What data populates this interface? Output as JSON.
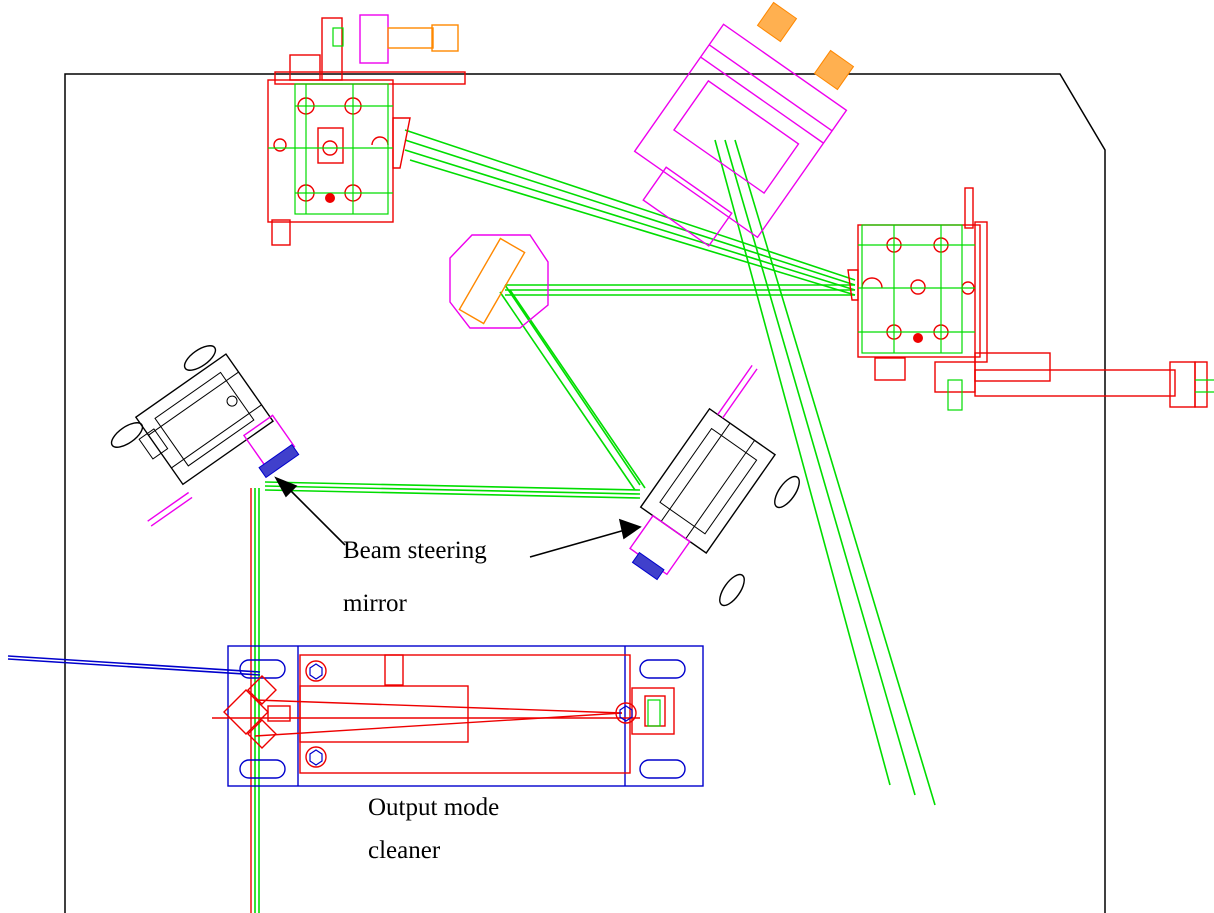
{
  "labels": {
    "beam_steering_line1": "Beam steering",
    "beam_steering_line2": "mirror",
    "output_mode_line1": "Output mode",
    "output_mode_line2": "cleaner"
  },
  "colors": {
    "beam": "#00dd00",
    "mount": "#ee0000",
    "lens_mount": "#ee00ee",
    "mirror_mount": "#000000",
    "mode_cleaner_base": "#0000cc",
    "accent_orange": "#ff8800",
    "outline": "#000000"
  }
}
